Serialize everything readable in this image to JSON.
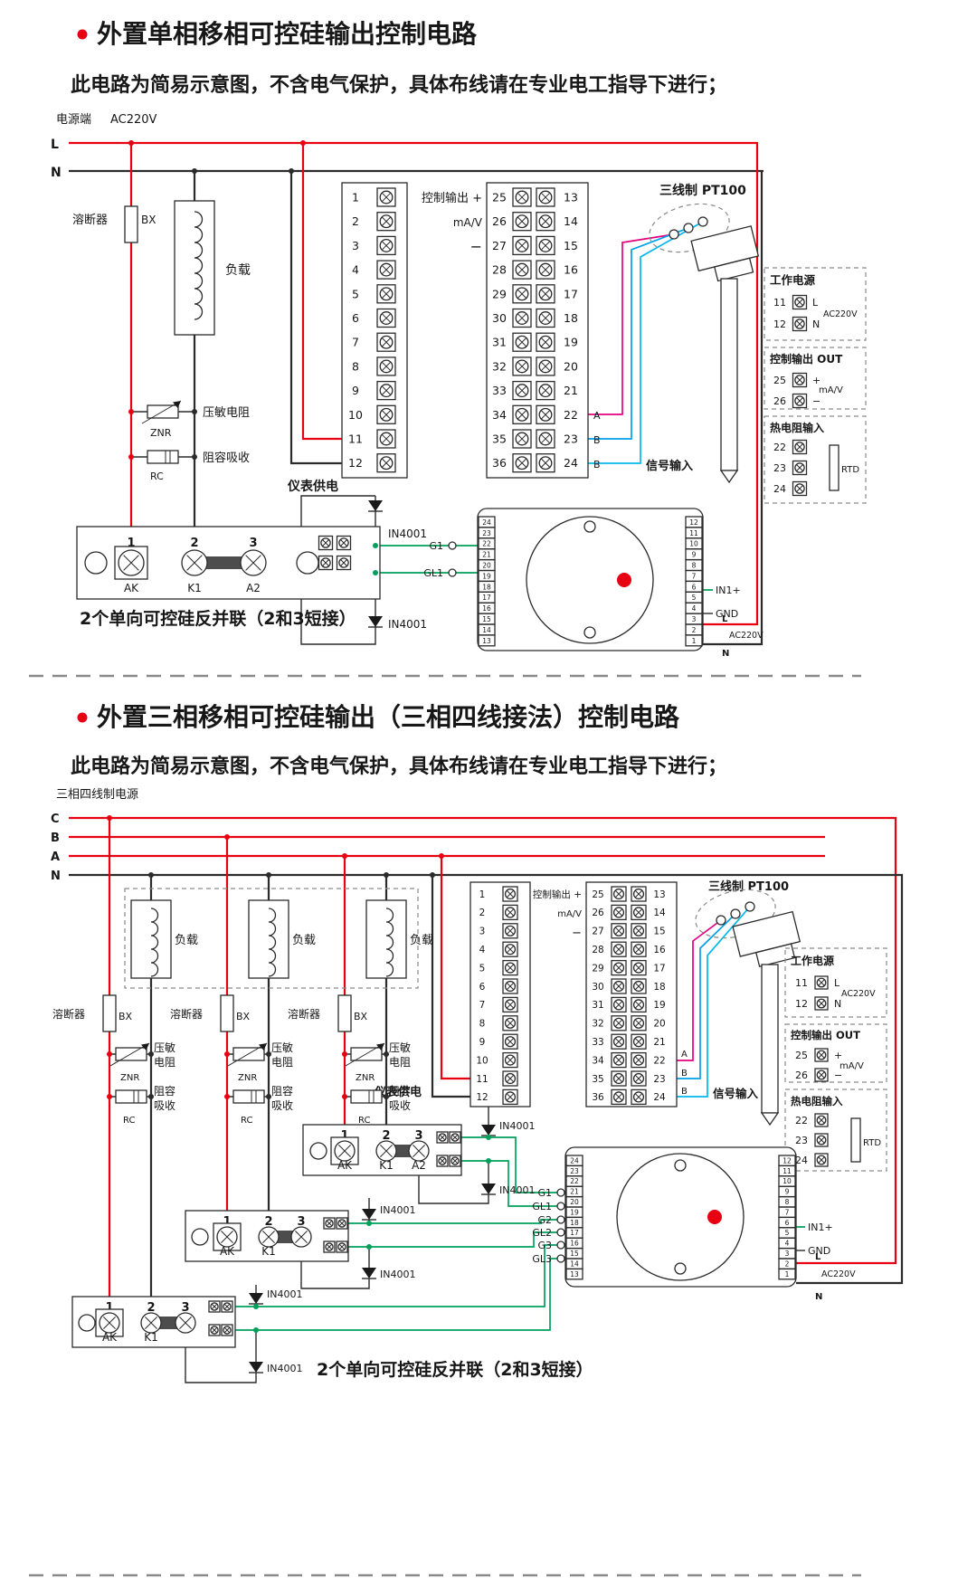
{
  "colors": {
    "red": "#e60012",
    "wire": "#2b2b2b",
    "green": "#00a05a",
    "blue": "#00a0e9",
    "pink": "#e4007f",
    "cyan": "#00b7ee",
    "gray": "#8a8a8a"
  },
  "section1": {
    "title": "外置单相移相可控硅输出控制电路",
    "subtitle": "此电路为简易示意图，不含电气保护，具体布线请在专业电工指导下进行；",
    "power_label": "电源端",
    "power_voltage": "AC220V",
    "line_l": "L",
    "line_n": "N",
    "fuse_label": "溶断器",
    "fuse_code": "BX",
    "load_label": "负载",
    "znr_label": "压敏电阻",
    "znr_code": "ZNR",
    "rc_label": "阻容吸收",
    "rc_code": "RC",
    "meter_supply": "仪表供电",
    "ctrl_out": "控制输出 +",
    "mav": "mA/V",
    "minus": "−",
    "pt100_label": "三线制 PT100",
    "signal_input": "信号输入",
    "sig_letters": [
      "A",
      "B",
      "B"
    ],
    "terminals_left": [
      "1",
      "2",
      "3",
      "4",
      "5",
      "6",
      "7",
      "8",
      "9",
      "10",
      "11",
      "12"
    ],
    "terminals_mid": [
      "25",
      "26",
      "27",
      "28",
      "29",
      "30",
      "31",
      "32",
      "33",
      "34",
      "35",
      "36"
    ],
    "terminals_right": [
      "13",
      "14",
      "15",
      "16",
      "17",
      "18",
      "19",
      "20",
      "21",
      "22",
      "23",
      "24"
    ],
    "ssr": {
      "nums": [
        "1",
        "2",
        "3"
      ],
      "names": [
        "AK",
        "K1",
        "A2"
      ],
      "caption": "2个单向可控硅反并联（2和3短接）"
    },
    "diode": "IN4001",
    "gate_labels": [
      "G1",
      "GL1"
    ],
    "panel": {
      "work_title": "工作电源",
      "work_rows": [
        {
          "n": "11",
          "t": "L"
        },
        {
          "n": "12",
          "t": "N"
        }
      ],
      "work_v": "AC220V",
      "out_title": "控制输出 OUT",
      "out_rows": [
        {
          "n": "25",
          "t": "+"
        },
        {
          "n": "26",
          "t": "−"
        }
      ],
      "out_v": "mA/V",
      "rtd_title": "热电阻输入",
      "rtd_rows": [
        {
          "n": "22"
        },
        {
          "n": "23"
        },
        {
          "n": "24"
        }
      ],
      "rtd": "RTD"
    },
    "meter": {
      "left": [
        "24",
        "23",
        "22",
        "21",
        "20",
        "19",
        "18",
        "17",
        "16",
        "15",
        "14",
        "13"
      ],
      "right": [
        "12",
        "11",
        "10",
        "9",
        "8",
        "7",
        "6",
        "5",
        "4",
        "3",
        "2",
        "1"
      ],
      "in1": "IN1+",
      "gnd": "GND",
      "l": "L",
      "ac": "AC220V",
      "n": "N"
    }
  },
  "section2": {
    "title": "外置三相移相可控硅输出（三相四线接法）控制电路",
    "subtitle": "此电路为简易示意图，不含电气保护，具体布线请在专业电工指导下进行；",
    "power_label": "三相四线制电源",
    "phase_labels": [
      "C",
      "B",
      "A",
      "N"
    ],
    "fuse_label": "溶断器",
    "fuse_code": "BX",
    "load_label": "负载",
    "znr_l1": "压敏",
    "znr_l2": "电阻",
    "znr_code": "ZNR",
    "rc_l1": "阻容",
    "rc_l2": "吸收",
    "rc_code": "RC",
    "meter_supply": "仪表供电",
    "ctrl_out": "控制输出 +",
    "mav": "mA/V",
    "minus": "−",
    "pt100_label": "三线制 PT100",
    "signal_input": "信号输入",
    "sig_letters": [
      "A",
      "B",
      "B"
    ],
    "terminals_left": [
      "1",
      "2",
      "3",
      "4",
      "5",
      "6",
      "7",
      "8",
      "9",
      "10",
      "11",
      "12"
    ],
    "terminals_mid": [
      "25",
      "26",
      "27",
      "28",
      "29",
      "30",
      "31",
      "32",
      "33",
      "34",
      "35",
      "36"
    ],
    "terminals_right": [
      "13",
      "14",
      "15",
      "16",
      "17",
      "18",
      "19",
      "20",
      "21",
      "22",
      "23",
      "24"
    ],
    "modules": [
      {
        "nums": [
          "1",
          "2",
          "3"
        ],
        "names": [
          "AK",
          "K1",
          "A2"
        ]
      },
      {
        "nums": [
          "1",
          "2",
          "3"
        ],
        "names": [
          "AK",
          "K1"
        ]
      },
      {
        "nums": [
          "1",
          "2",
          "3"
        ],
        "names": [
          "AK",
          "K1"
        ]
      }
    ],
    "caption": "2个单向可控硅反并联（2和3短接）",
    "diode": "IN4001",
    "gate_labels": [
      "G1",
      "GL1",
      "G2",
      "GL2",
      "G3",
      "GL3"
    ],
    "panel": {
      "work_title": "工作电源",
      "work_rows": [
        {
          "n": "11",
          "t": "L"
        },
        {
          "n": "12",
          "t": "N"
        }
      ],
      "work_v": "AC220V",
      "out_title": "控制输出 OUT",
      "out_rows": [
        {
          "n": "25",
          "t": "+"
        },
        {
          "n": "26",
          "t": "−"
        }
      ],
      "out_v": "mA/V",
      "rtd_title": "热电阻输入",
      "rtd_rows": [
        {
          "n": "22"
        },
        {
          "n": "23"
        },
        {
          "n": "24"
        }
      ],
      "rtd": "RTD"
    },
    "meter": {
      "left": [
        "24",
        "23",
        "22",
        "21",
        "20",
        "19",
        "18",
        "17",
        "16",
        "15",
        "14",
        "13"
      ],
      "right": [
        "12",
        "11",
        "10",
        "9",
        "8",
        "7",
        "6",
        "5",
        "4",
        "3",
        "2",
        "1"
      ],
      "in1": "IN1+",
      "gnd": "GND",
      "l": "L",
      "ac": "AC220V",
      "n": "N"
    }
  }
}
